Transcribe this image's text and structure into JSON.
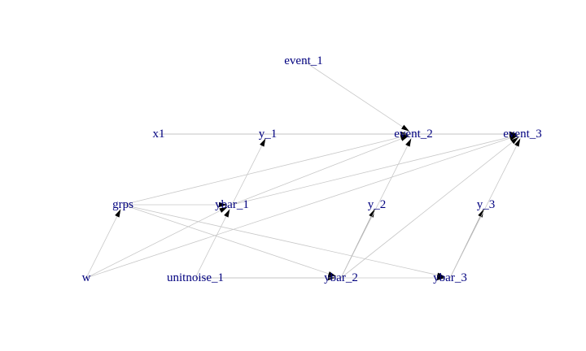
{
  "diagram": {
    "type": "directed-graph",
    "colors": {
      "node_text": "#00007f",
      "edge": "#c8c8c8",
      "edge_dark": "#a0a0a0",
      "arrow": "#000000"
    },
    "nodes": [
      {
        "id": "event_1",
        "label": "event_1"
      },
      {
        "id": "x1",
        "label": "x1"
      },
      {
        "id": "y_1",
        "label": "y_1"
      },
      {
        "id": "event_2",
        "label": "event_2"
      },
      {
        "id": "event_3",
        "label": "event_3"
      },
      {
        "id": "grps",
        "label": "grps"
      },
      {
        "id": "ybar_1",
        "label": "ybar_1"
      },
      {
        "id": "y_2",
        "label": "y_2"
      },
      {
        "id": "y_3",
        "label": "y_3"
      },
      {
        "id": "w",
        "label": "w"
      },
      {
        "id": "unitnoise_1",
        "label": "unitnoise_1"
      },
      {
        "id": "ybar_2",
        "label": "ybar_2"
      },
      {
        "id": "ybar_3",
        "label": "ybar_3"
      }
    ],
    "edges": [
      {
        "from": "event_1",
        "to": "event_2"
      },
      {
        "from": "x1",
        "to": "event_2"
      },
      {
        "from": "event_2",
        "to": "event_3"
      },
      {
        "from": "x1",
        "to": "event_3"
      },
      {
        "from": "ybar_1",
        "to": "y_1"
      },
      {
        "from": "grps",
        "to": "ybar_1"
      },
      {
        "from": "ybar_1",
        "to": "event_2"
      },
      {
        "from": "ybar_1",
        "to": "event_3"
      },
      {
        "from": "grps",
        "to": "event_2"
      },
      {
        "from": "grps",
        "to": "ybar_2"
      },
      {
        "from": "grps",
        "to": "ybar_3"
      },
      {
        "from": "w",
        "to": "grps"
      },
      {
        "from": "w",
        "to": "ybar_1"
      },
      {
        "from": "w",
        "to": "event_3"
      },
      {
        "from": "unitnoise_1",
        "to": "ybar_1"
      },
      {
        "from": "unitnoise_1",
        "to": "ybar_2"
      },
      {
        "from": "unitnoise_1",
        "to": "ybar_3"
      },
      {
        "from": "ybar_2",
        "to": "y_2"
      },
      {
        "from": "ybar_2",
        "to": "event_2"
      },
      {
        "from": "ybar_2",
        "to": "event_3"
      },
      {
        "from": "ybar_3",
        "to": "y_3"
      },
      {
        "from": "ybar_3",
        "to": "event_3"
      }
    ]
  }
}
